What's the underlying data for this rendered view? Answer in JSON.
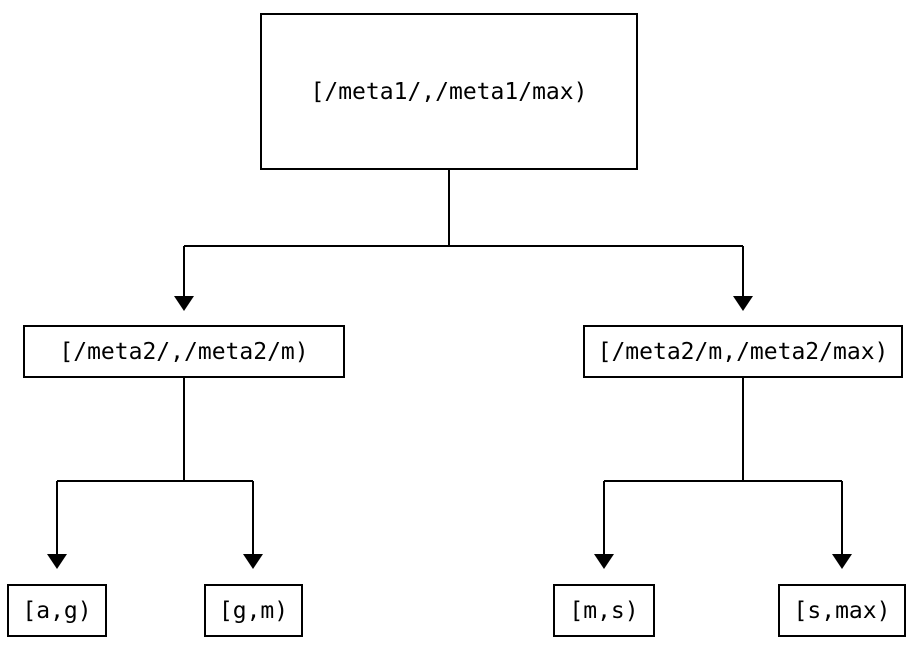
{
  "diagram": {
    "type": "binary-interval-partition-tree",
    "colors": {
      "background": "#ffffff",
      "line": "#000000",
      "box_border": "#000000",
      "text": "#000000"
    },
    "tree": {
      "label": "[/meta1/,/meta1/max)",
      "children": [
        {
          "label": "[/meta2/,/meta2/m)",
          "children": [
            {
              "label": "[a,g)"
            },
            {
              "label": "[g,m)"
            }
          ]
        },
        {
          "label": "[/meta2/m,/meta2/max)",
          "children": [
            {
              "label": "[m,s)"
            },
            {
              "label": "[s,max)"
            }
          ]
        }
      ]
    }
  }
}
